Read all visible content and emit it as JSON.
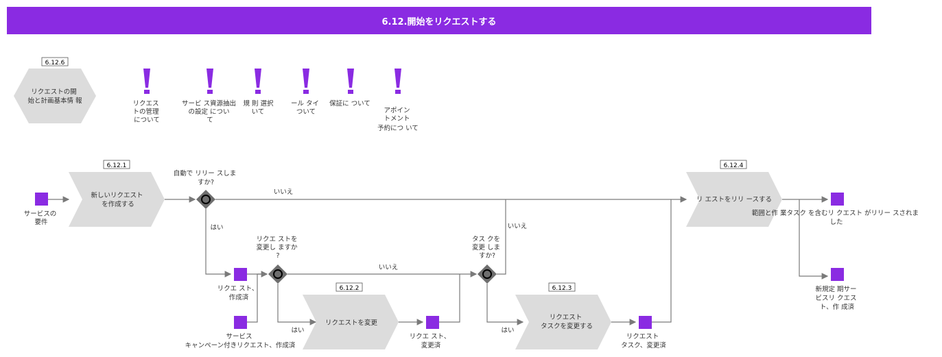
{
  "header": {
    "title": "6.12.開始をリクエストする"
  },
  "hexagon": {
    "tag": "6.12.6",
    "lines": [
      "リクエストの開",
      "始と計画基本情 報"
    ]
  },
  "notes": [
    {
      "lines": [
        "リクエス",
        "トの管理",
        "について"
      ]
    },
    {
      "lines": [
        "サービ ス資源抽出",
        "の設定 につい",
        "て"
      ]
    },
    {
      "lines": [
        "規 則 選択",
        "いて"
      ]
    },
    {
      "lines": [
        "ール タイ",
        "ついて"
      ]
    },
    {
      "lines": [
        "保証に ついて"
      ]
    },
    {
      "lines": [
        "アポイン",
        "トメント",
        "予約につ いて"
      ]
    }
  ],
  "functions": {
    "f1": {
      "tag": "6.12.1",
      "lines": [
        "新しいリクエスト",
        "を作成する"
      ]
    },
    "f2": {
      "tag": "6.12.2",
      "lines": [
        "リクエストを変更"
      ]
    },
    "f3": {
      "tag": "6.12.3",
      "lines": [
        "リクエスト",
        "タスクを変更する"
      ]
    },
    "f4": {
      "tag": "6.12.4",
      "lines": [
        "リ エストをリリ ースする"
      ]
    }
  },
  "events": {
    "e1": {
      "lines": [
        "サービスの",
        "要件"
      ]
    },
    "e2": {
      "lines": [
        "リクエ スト、",
        "作成済"
      ]
    },
    "e3": {
      "lines": [
        "サービス",
        "キャンペーン付きリクエスト、作成済"
      ]
    },
    "e4": {
      "lines": [
        "リクエ スト、",
        "変更済"
      ]
    },
    "e5": {
      "lines": [
        "リクエスト",
        "タスク、変更済"
      ]
    },
    "e6": {
      "lines": [
        "範囲と作 業タスク を含むリ クエスト がリリー スされま",
        "した"
      ]
    },
    "e7": {
      "lines": [
        "新規定 期サー",
        "ビスリ クエス",
        "ト、作 成済"
      ]
    }
  },
  "gateways": {
    "g1": {
      "lines": [
        "自動で リリー スしま",
        "すか?"
      ]
    },
    "g2": {
      "lines": [
        "リクエ ストを",
        "変更し ますか",
        "?"
      ]
    },
    "g3": {
      "lines": [
        "タス クを",
        "変更 しま",
        "すか?"
      ]
    }
  },
  "edge_labels": {
    "no1": "いいえ",
    "yes1": "はい",
    "no2": "いいえ",
    "yes2": "はい",
    "no3": "いいえ",
    "yes3": "はい"
  },
  "colors": {
    "accent": "#8a2be2",
    "shape": "#dcdcdc",
    "gateway": "#6e6e6e"
  }
}
